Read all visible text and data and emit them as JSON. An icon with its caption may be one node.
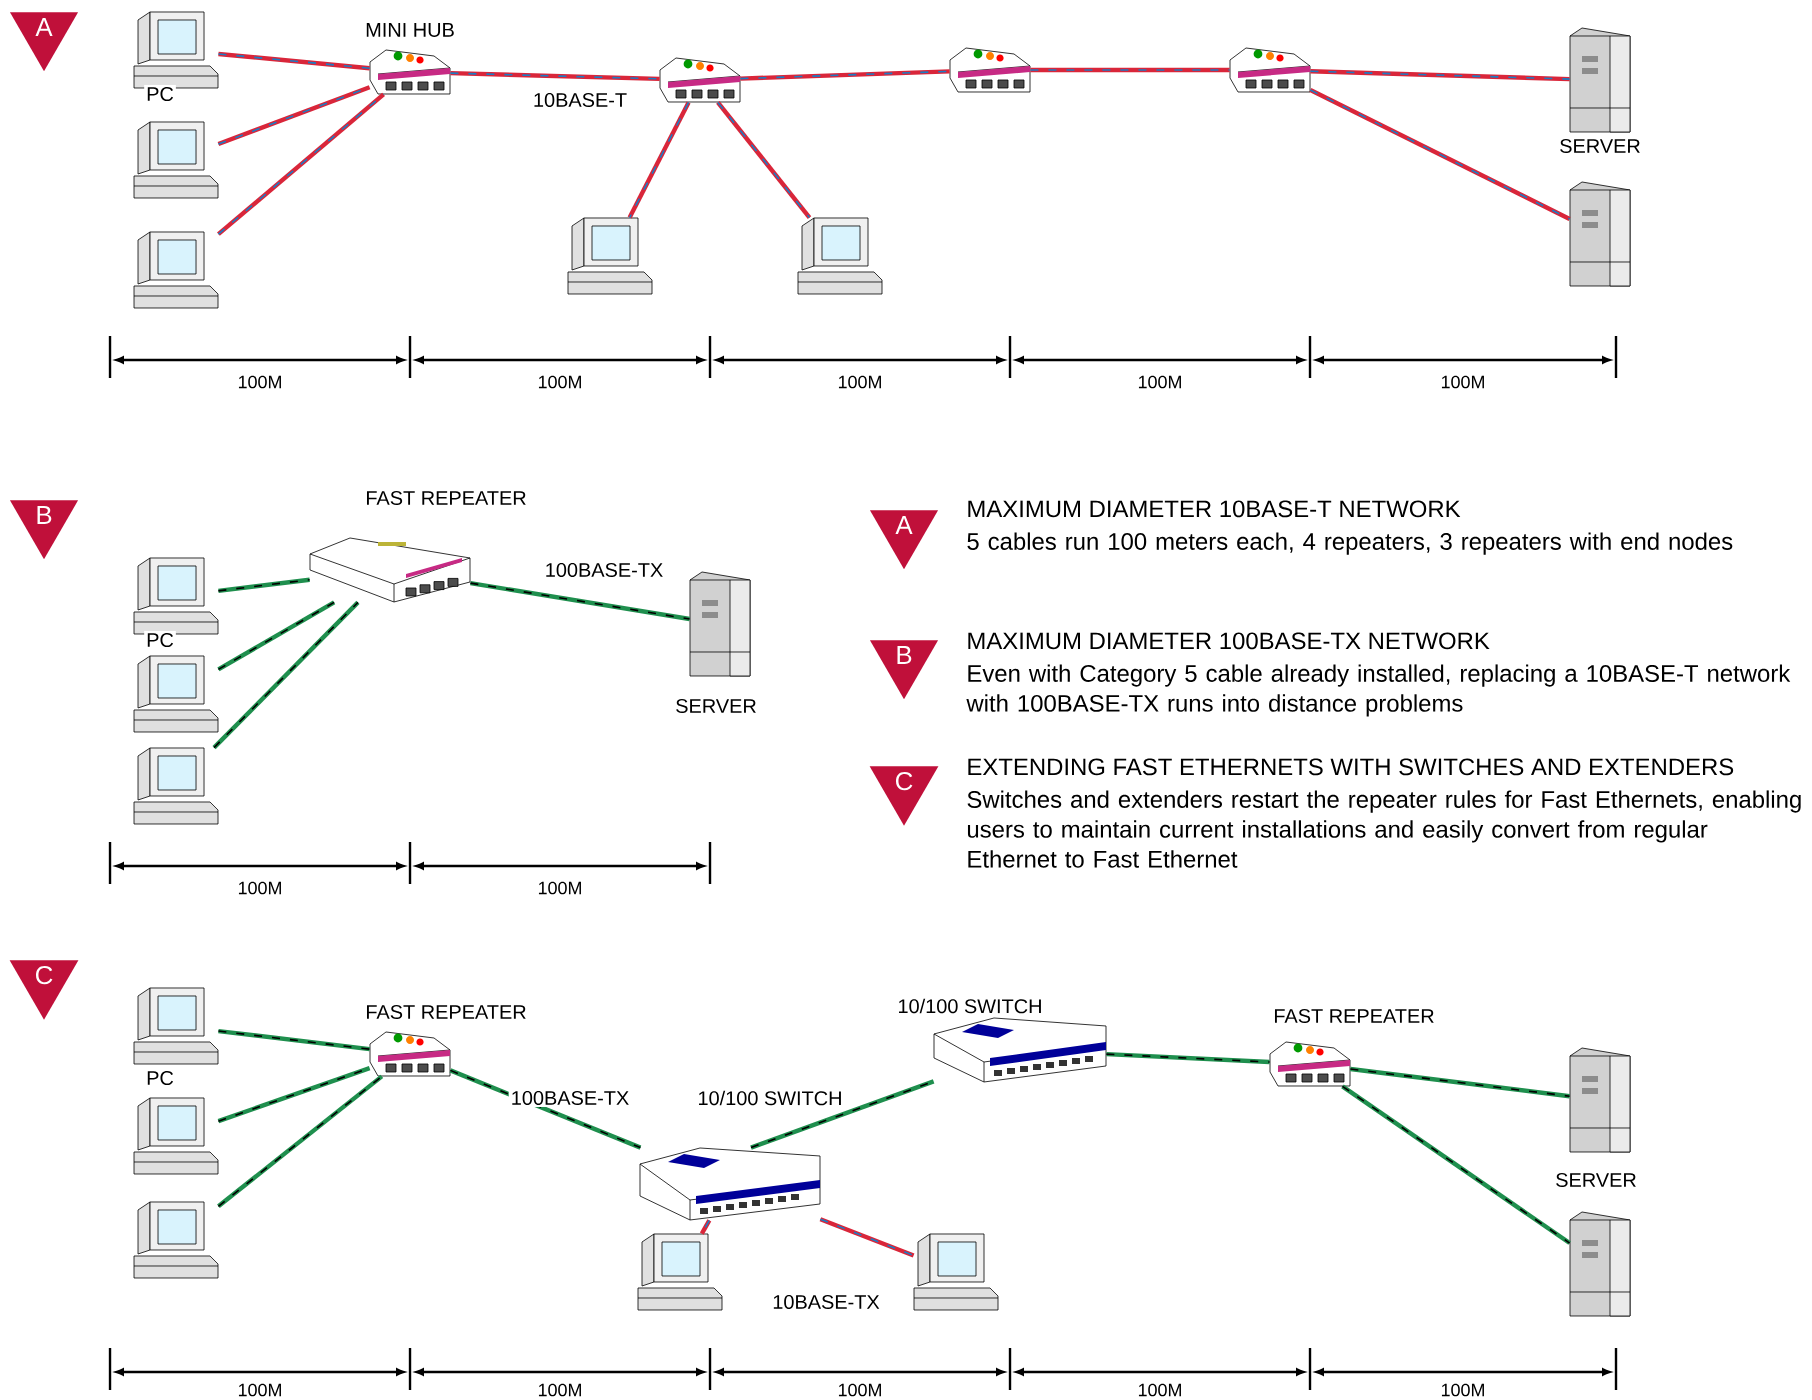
{
  "diagram": {
    "nodes": [
      {
        "text": [
          "A"
        ]
      },
      {
        "text": [],
        "shape": "picture",
        "beside": [
          "PC"
        ]
      },
      {
        "text": [],
        "shape": "picture"
      },
      {
        "text": [],
        "shape": "picture"
      },
      {
        "text": [],
        "shape": "picture",
        "beside": [
          "MINI HUB"
        ]
      },
      {
        "text": [],
        "shape": "picture"
      },
      {
        "text": [],
        "shape": "picture"
      },
      {
        "text": [],
        "shape": "picture"
      },
      {
        "text": [],
        "shape": "picture"
      },
      {
        "text": [],
        "shape": "picture"
      },
      {
        "text": [],
        "shape": "picture",
        "beside": [
          "SERVER"
        ]
      },
      {
        "text": [],
        "shape": "picture"
      },
      {
        "text": [
          "B"
        ]
      },
      {
        "text": [],
        "shape": "picture",
        "beside": [
          "PC"
        ]
      },
      {
        "text": [],
        "shape": "picture"
      },
      {
        "text": [],
        "shape": "picture"
      },
      {
        "text": [],
        "shape": "picture",
        "beside": [
          "FAST REPEATER"
        ]
      },
      {
        "text": [],
        "shape": "picture",
        "beside": [
          "SERVER"
        ]
      },
      {
        "text": [
          "A"
        ],
        "beside": [
          "MAXIMUM DIAMETER 10BASE-T NETWORK",
          "5 cables run 100 meters each, 4 repeaters, 3 repeaters with end nodes"
        ]
      },
      {
        "text": [
          "B"
        ],
        "beside": [
          "MAXIMUM DIAMETER 100BASE-TX NETWORK",
          "Even with Category 5 cable already installed, replacing a 10BASE-T network with 100BASE-TX runs into distance problems"
        ]
      },
      {
        "text": [
          "C"
        ],
        "beside": [
          "EXTENDING FAST ETHERNETS WITH SWITCHES AND EXTENDERS",
          "Switches and extenders restart the repeater rules for Fast Ethernets, enabling users to maintain current installations and easily convert from regular Ethernet to Fast Ethernet"
        ]
      },
      {
        "text": [
          "C"
        ]
      },
      {
        "text": [],
        "shape": "picture",
        "beside": [
          "PC"
        ]
      },
      {
        "text": [],
        "shape": "picture"
      },
      {
        "text": [],
        "shape": "picture"
      },
      {
        "text": [],
        "shape": "picture",
        "beside": [
          "FAST REPEATER"
        ]
      },
      {
        "text": [],
        "shape": "picture",
        "beside": [
          "10/100 SWITCH"
        ]
      },
      {
        "text": [],
        "shape": "picture"
      },
      {
        "text": [],
        "shape": "picture"
      },
      {
        "text": [],
        "shape": "picture",
        "beside": [
          "10/100 SWITCH"
        ]
      },
      {
        "text": [],
        "shape": "picture",
        "beside": [
          "FAST REPEATER"
        ]
      },
      {
        "text": [],
        "shape": "picture",
        "beside": [
          "SERVER"
        ]
      },
      {
        "text": [],
        "shape": "picture"
      }
    ],
    "edges": [
      {
        "from": 1,
        "to": 4,
        "arrow": "none",
        "color": "#d9263a"
      },
      {
        "from": 2,
        "to": 4,
        "arrow": "none",
        "color": "#d9263a"
      },
      {
        "from": 3,
        "to": 4,
        "arrow": "none",
        "color": "#d9263a"
      },
      {
        "from": 4,
        "to": 5,
        "arrow": "none",
        "color": "#d9263a",
        "label": "10BASE-T"
      },
      {
        "from": 5,
        "to": 6,
        "arrow": "none",
        "color": "#d9263a"
      },
      {
        "from": 5,
        "to": 7,
        "arrow": "none",
        "color": "#d9263a"
      },
      {
        "from": 5,
        "to": 8,
        "arrow": "none",
        "color": "#d9263a"
      },
      {
        "from": 8,
        "to": 9,
        "arrow": "none",
        "color": "#d9263a"
      },
      {
        "from": 9,
        "to": 10,
        "arrow": "none",
        "color": "#d9263a"
      },
      {
        "from": 9,
        "to": 11,
        "arrow": "none",
        "color": "#d9263a"
      },
      {
        "from": 13,
        "to": 16,
        "arrow": "none",
        "color": "#1f8f4e"
      },
      {
        "from": 14,
        "to": 16,
        "arrow": "none",
        "color": "#1f8f4e"
      },
      {
        "from": 15,
        "to": 16,
        "arrow": "none",
        "color": "#1f8f4e"
      },
      {
        "from": 16,
        "to": 17,
        "arrow": "none",
        "color": "#1f8f4e",
        "label": "100BASE-TX"
      },
      {
        "from": 22,
        "to": 25,
        "arrow": "none",
        "color": "#1f8f4e"
      },
      {
        "from": 23,
        "to": 25,
        "arrow": "none",
        "color": "#1f8f4e"
      },
      {
        "from": 24,
        "to": 25,
        "arrow": "none",
        "color": "#1f8f4e"
      },
      {
        "from": 25,
        "to": 26,
        "arrow": "none",
        "color": "#1f8f4e",
        "label": "100BASE-TX"
      },
      {
        "from": 26,
        "to": 27,
        "arrow": "none",
        "color": "#d9263a"
      },
      {
        "from": 26,
        "to": 28,
        "arrow": "none",
        "color": "#d9263a"
      },
      {
        "from": 26,
        "to": 29,
        "arrow": "none",
        "color": "#1f8f4e"
      },
      {
        "from": 29,
        "to": 30,
        "arrow": "none",
        "color": "#1f8f4e"
      },
      {
        "from": 30,
        "to": 31,
        "arrow": "none",
        "color": "#1f8f4e"
      },
      {
        "from": 30,
        "to": 32,
        "arrow": "none",
        "color": "#1f8f4e"
      }
    ],
    "labels": [
      "100M",
      "100M",
      "100M",
      "100M",
      "100M",
      "100M",
      "100M",
      "100M",
      "100M",
      "100M",
      "100M",
      "100M",
      "10BASE-TX"
    ]
  }
}
